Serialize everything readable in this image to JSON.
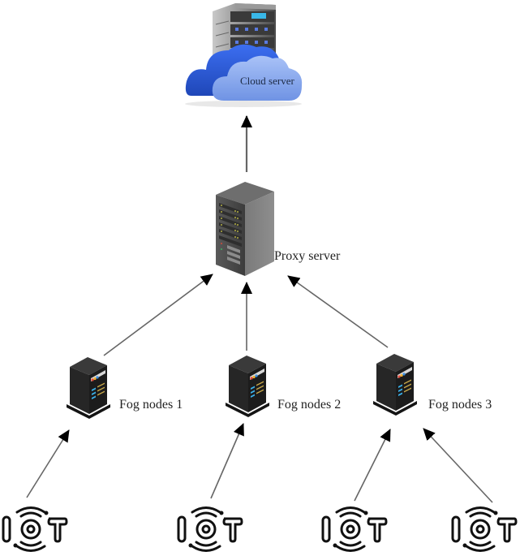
{
  "diagram": {
    "type": "fog-computing-architecture",
    "nodes": {
      "cloud": {
        "label": "Cloud server",
        "icon": "cloud-server-icon"
      },
      "proxy": {
        "label": "Proxy server",
        "icon": "server-rack-icon"
      },
      "fog": [
        {
          "id": "fog1",
          "label": "Fog nodes 1",
          "icon": "fog-node-server-icon"
        },
        {
          "id": "fog2",
          "label": "Fog nodes 2",
          "icon": "fog-node-server-icon"
        },
        {
          "id": "fog3",
          "label": "Fog nodes 3",
          "icon": "fog-node-server-icon"
        }
      ],
      "iot": [
        {
          "id": "iot1",
          "label": "IOT",
          "icon": "iot-icon"
        },
        {
          "id": "iot2",
          "label": "IOT",
          "icon": "iot-icon"
        },
        {
          "id": "iot3",
          "label": "IOT",
          "icon": "iot-icon"
        },
        {
          "id": "iot4",
          "label": "IOT",
          "icon": "iot-icon"
        }
      ]
    },
    "edges": [
      {
        "from": "proxy",
        "to": "cloud"
      },
      {
        "from": "fog1",
        "to": "proxy"
      },
      {
        "from": "fog2",
        "to": "proxy"
      },
      {
        "from": "fog3",
        "to": "proxy"
      },
      {
        "from": "iot1",
        "to": "fog1"
      },
      {
        "from": "iot2",
        "to": "fog2"
      },
      {
        "from": "iot3",
        "to": "fog3"
      },
      {
        "from": "iot4",
        "to": "fog3"
      }
    ],
    "colors": {
      "arrow": "#555555",
      "arrowhead": "#000000",
      "cloud_dark": "#2f5fd6",
      "cloud_light": "#8fb0f0",
      "server_dark": "#2b2b2b",
      "iot_stroke": "#111111"
    }
  }
}
